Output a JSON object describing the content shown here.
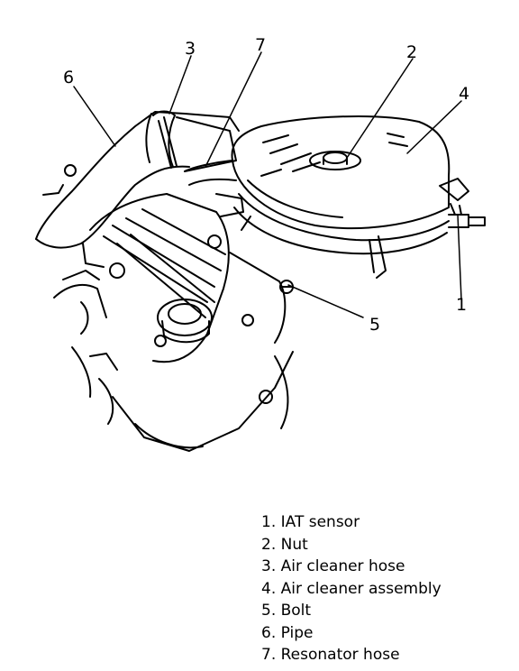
{
  "callouts": [
    "1",
    "2",
    "3",
    "4",
    "5",
    "6",
    "7"
  ],
  "legend": [
    "1. IAT sensor",
    "2. Nut",
    "3. Air cleaner hose",
    "4. Air cleaner assembly",
    "5. Bolt",
    "6. Pipe",
    "7. Resonator hose"
  ]
}
